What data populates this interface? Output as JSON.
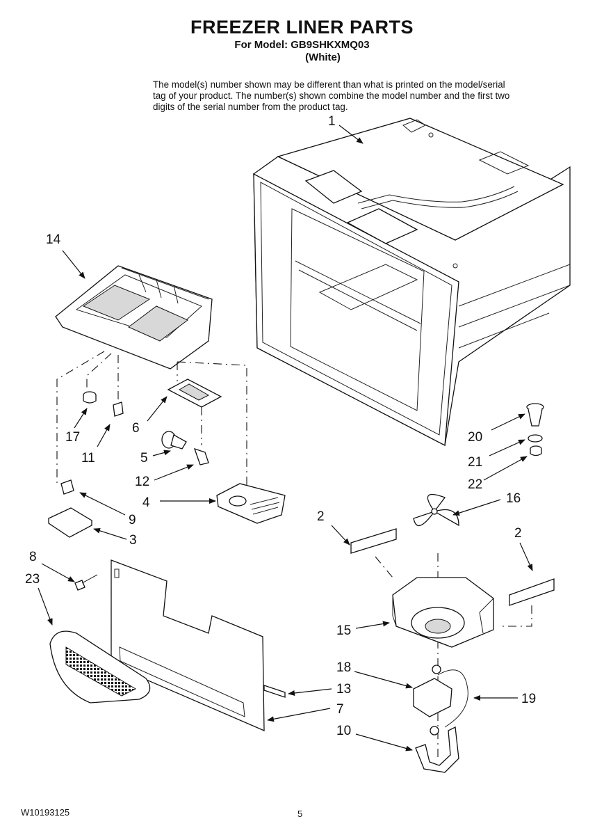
{
  "header": {
    "title": "FREEZER LINER PARTS",
    "model_line": "For Model: GB9SHKXMQ03",
    "color_line": "(White)"
  },
  "note": "The model(s) number shown may be different than what is printed on the model/serial tag of your product. The number(s) shown combine the model number and the first two digits of the serial number from the product tag.",
  "footer": {
    "doc_number": "W10193125",
    "page_number": "5"
  },
  "callouts": {
    "c1": "1",
    "c14": "14",
    "c17": "17",
    "c11": "11",
    "c6": "6",
    "c5": "5",
    "c12": "12",
    "c4": "4",
    "c9": "9",
    "c3": "3",
    "c8": "8",
    "c23": "23",
    "c20": "20",
    "c21": "21",
    "c22": "22",
    "c16": "16",
    "c2a": "2",
    "c2b": "2",
    "c15": "15",
    "c18": "18",
    "c13": "13",
    "c7": "7",
    "c10": "10",
    "c19": "19"
  }
}
